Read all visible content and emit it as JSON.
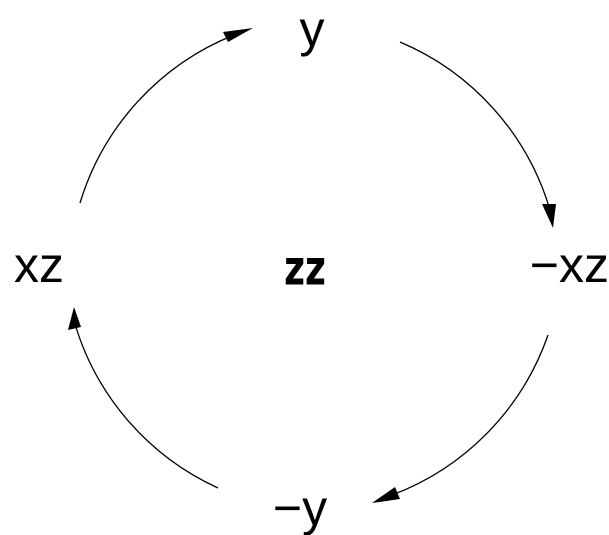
{
  "nodes": {
    "top": "y",
    "right": "−xz",
    "bottom": "−y",
    "left": "xz"
  },
  "center": "zz",
  "colors": {
    "stroke": "#000000",
    "text": "#000000",
    "background": "#ffffff"
  }
}
